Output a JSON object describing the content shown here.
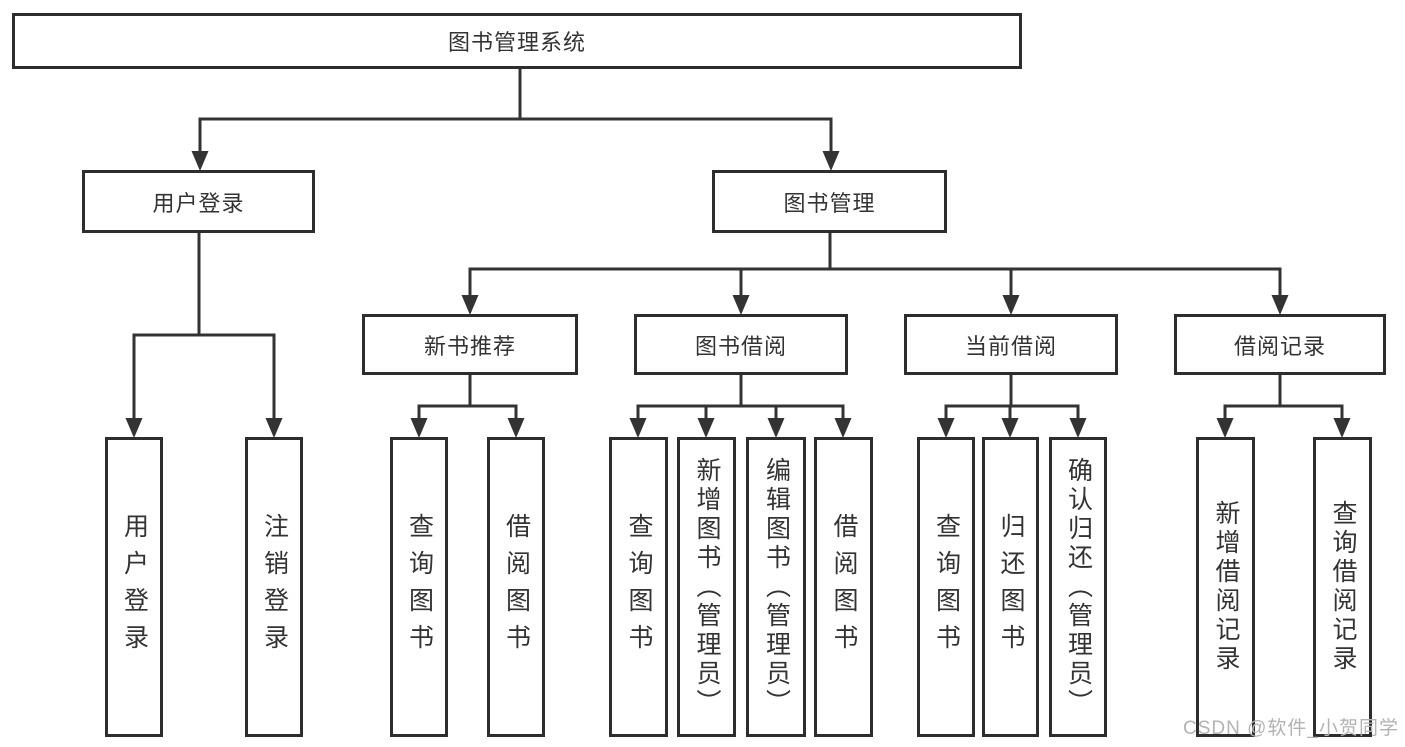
{
  "tree": {
    "root": {
      "label": "图书管理系统"
    },
    "branches": [
      {
        "label": "用户登录",
        "children": [
          {
            "label": "用户登录"
          },
          {
            "label": "注销登录"
          }
        ]
      },
      {
        "label": "图书管理",
        "children": [
          {
            "label": "新书推荐",
            "children": [
              {
                "label": "查询图书"
              },
              {
                "label": "借阅图书"
              }
            ]
          },
          {
            "label": "图书借阅",
            "children": [
              {
                "label": "查询图书"
              },
              {
                "label": "新增图书（管理员）"
              },
              {
                "label": "编辑图书（管理员）"
              },
              {
                "label": "借阅图书"
              }
            ]
          },
          {
            "label": "当前借阅",
            "children": [
              {
                "label": "查询图书"
              },
              {
                "label": "归还图书"
              },
              {
                "label": "确认归还（管理员）"
              }
            ]
          },
          {
            "label": "借阅记录",
            "children": [
              {
                "label": "新增借阅记录"
              },
              {
                "label": "查询借阅记录"
              }
            ]
          }
        ]
      }
    ]
  },
  "watermark": {
    "text": "CSDN @软件_小贺同学"
  },
  "colors": {
    "line_color": "#333333",
    "box_border": "#2d2d2d",
    "text_color": "#333333",
    "watermark_color": "#b3b3b3",
    "bg_color": "#ffffff"
  }
}
